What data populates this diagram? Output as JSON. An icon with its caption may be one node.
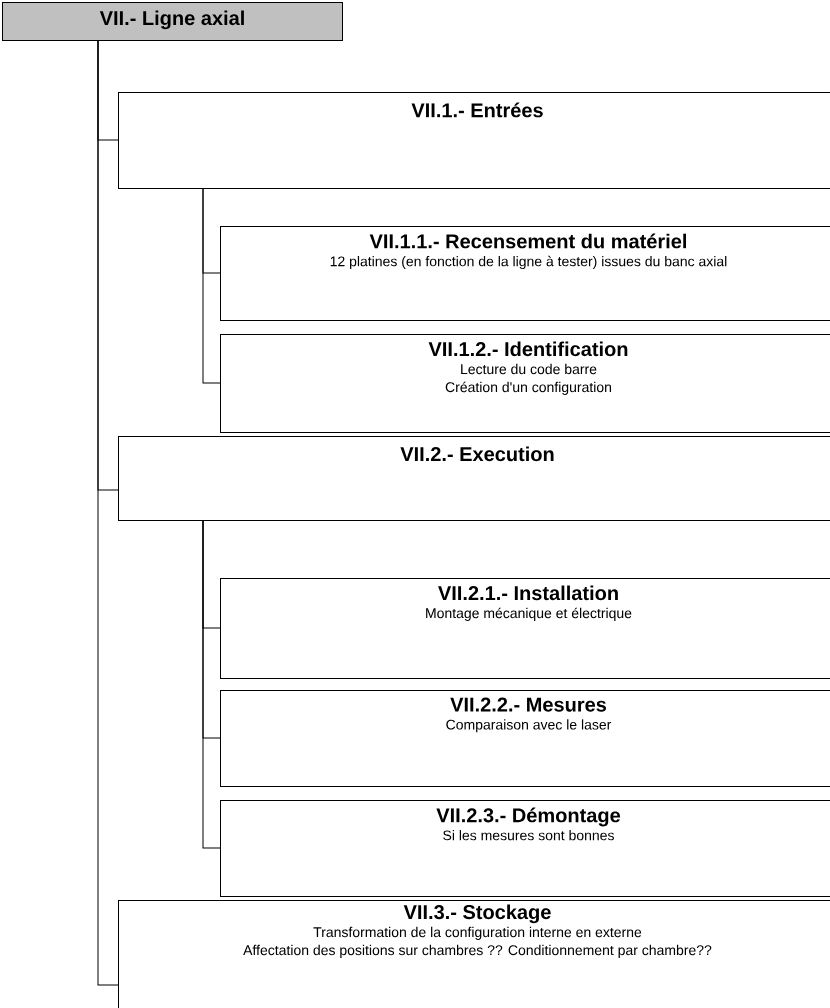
{
  "diagram": {
    "nodes": [
      {
        "text": [
          "VII.- Ligne axial"
        ]
      },
      {
        "text": [
          "VII.1.- Entrées"
        ]
      },
      {
        "text": [
          "VII.1.1.- Recensement du matériel",
          "12 platines (en fonction de la ligne à tester) issues du banc axial"
        ]
      },
      {
        "text": [
          "VII.1.2.- Identification",
          "Lecture du code barre",
          "Création d'un configuration"
        ]
      },
      {
        "text": [
          "VII.2.- Execution"
        ]
      },
      {
        "text": [
          "VII.2.1.- Installation",
          "Montage mécanique et électrique"
        ]
      },
      {
        "text": [
          "VII.2.2.- Mesures",
          "Comparaison avec le laser"
        ]
      },
      {
        "text": [
          "VII.2.3.- Démontage",
          "Si les mesures sont bonnes"
        ]
      },
      {
        "text": [
          "VII.3.- Stockage",
          "Transformation de la configuration interne en externe",
          "Affectation des positions sur chambres ?? Conditionnement par chambre??"
        ]
      }
    ],
    "edges": [
      {
        "from": 0,
        "to": 1,
        "arrow": "none"
      },
      {
        "from": 1,
        "to": 2,
        "arrow": "none"
      },
      {
        "from": 1,
        "to": 3,
        "arrow": "none"
      },
      {
        "from": 0,
        "to": 4,
        "arrow": "none"
      },
      {
        "from": 4,
        "to": 5,
        "arrow": "none"
      },
      {
        "from": 4,
        "to": 6,
        "arrow": "none"
      },
      {
        "from": 4,
        "to": 7,
        "arrow": "none"
      },
      {
        "from": 0,
        "to": 8,
        "arrow": "none"
      }
    ]
  }
}
